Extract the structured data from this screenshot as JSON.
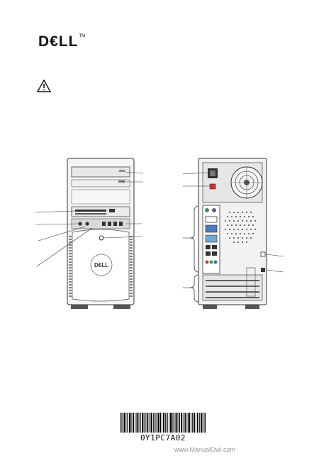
{
  "logo": {
    "text": "D€LL",
    "tm": "TM"
  },
  "front_badge": "D€LL",
  "barcode": {
    "code": "0Y1PC7A02"
  },
  "watermark": "www.ManualOwl.com"
}
